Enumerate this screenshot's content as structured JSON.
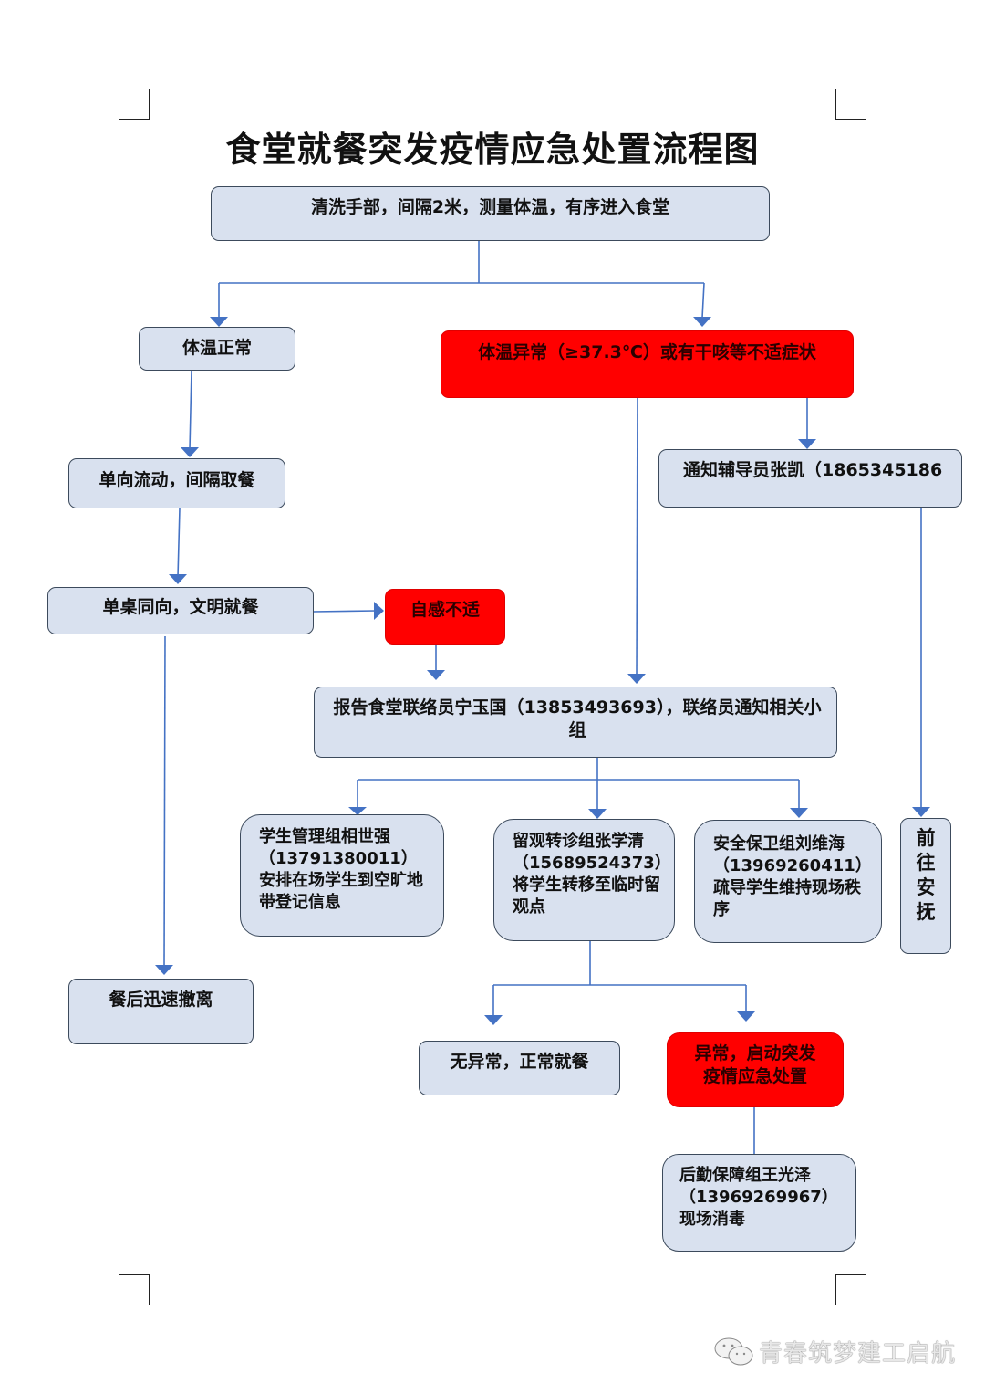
{
  "title": "食堂就餐突发疫情应急处置流程图",
  "colors": {
    "box_fill": "#d9e1ef",
    "alert_fill": "#ff0000",
    "arrow": "#4472c4"
  },
  "nodes": {
    "entry": "清洗手部，间隔2米，测量体温，有序进入食堂",
    "temp_normal": "体温正常",
    "temp_abnormal": "体温异常（≥37.3℃）或有干咳等不适症状",
    "one_way": "单向流动，间隔取餐",
    "notify_counselor": "通知辅导员张凯（1865345186",
    "single_table": "单桌同向，文明就餐",
    "feel_unwell": "自感不适",
    "report": "报告食堂联络员宁玉国（13853493693），联络员通知相关小组",
    "student_mgmt": "学生管理组相世强（13791380011）安排在场学生到空旷地带登记信息",
    "observation": "留观转诊组张学清（15689524373）将学生转移至临时留观点",
    "security": "安全保卫组刘维海（13969260411）疏导学生维持现场秩序",
    "go_comfort": "前往安抚",
    "leave_quickly": "餐后迅速撤离",
    "no_abnormal": "无异常，正常就餐",
    "abnormal_start": "异常，启动突发疫情应急处置",
    "logistics": "后勤保障组王光泽（13969269967）现场消毒"
  },
  "watermark": {
    "icon": "wechat-icon",
    "text": "青春筑梦建工启航"
  }
}
